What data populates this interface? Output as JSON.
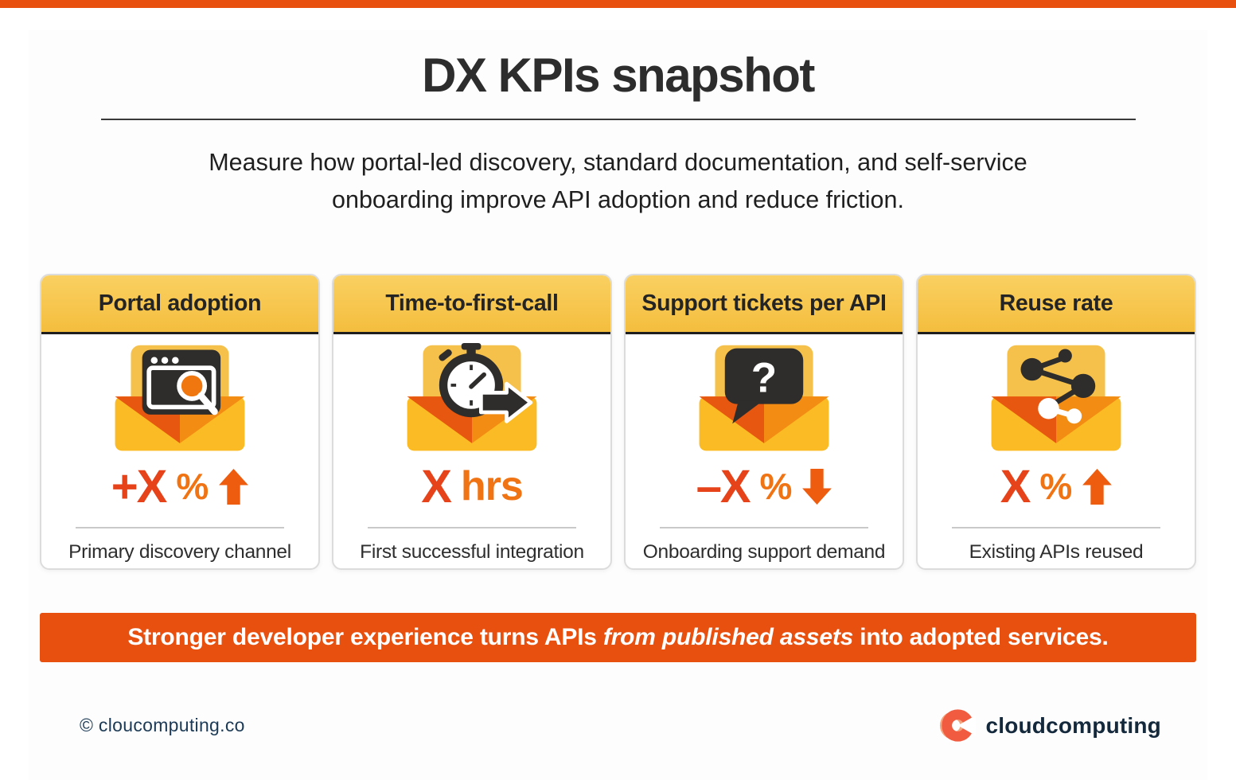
{
  "page": {
    "title": "DX KPIs snapshot",
    "subtitle_line1": "Measure how portal-led discovery, standard documentation, and self-service",
    "subtitle_line2": "onboarding improve API adoption and reduce friction."
  },
  "cards": [
    {
      "title": "Portal adoption",
      "icon": "portal-search-icon",
      "value_prefix": "+",
      "value_x": "X",
      "value_unit": "%",
      "trend": "up",
      "caption": "Primary discovery channel"
    },
    {
      "title": "Time-to-first-call",
      "icon": "stopwatch-icon",
      "value_prefix": "",
      "value_x": "X",
      "value_unit": "hrs",
      "trend": "none",
      "caption": "First successful integration"
    },
    {
      "title": "Support tickets per API",
      "icon": "question-bubble-icon",
      "value_prefix": "–",
      "value_x": "X",
      "value_unit": "%",
      "trend": "down",
      "caption": "Onboarding support demand"
    },
    {
      "title": "Reuse rate",
      "icon": "share-network-icon",
      "value_prefix": "",
      "value_x": "X",
      "value_unit": "%",
      "trend": "up",
      "caption": "Existing APIs reused"
    }
  ],
  "banner": {
    "text_bold_1": "Stronger developer experience turns APIs ",
    "text_italic": "from published assets",
    "text_bold_2": " into adopted services."
  },
  "footer": {
    "copyright": "© cloucomputing.co",
    "brand": "cloudcomputing",
    "logo_icon": "cloudcomputing-c-logo"
  },
  "colors": {
    "accent_orange": "#E8500F",
    "header_yellow": "#F4BE3E",
    "value_red_orange": "#E6431A",
    "value_light_orange": "#F07414",
    "value_arrow": "#EE5C0F",
    "navy_text": "#1C3A55",
    "icon_dark": "#2F2D2B",
    "envelope_amber": "#FBBB24",
    "envelope_dark_orange": "#E8570F",
    "envelope_bright_orange": "#F28C12"
  }
}
